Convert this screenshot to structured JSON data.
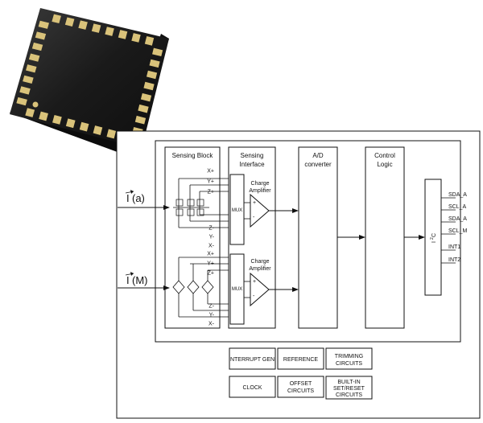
{
  "diagram": {
    "blocks": {
      "sensing_block": "Sensing Block",
      "sensing_interface": [
        "Sensing",
        "Interface"
      ],
      "ad_converter": [
        "A/D",
        "converter"
      ],
      "control_logic": [
        "Control",
        "Logic"
      ]
    },
    "inputs": {
      "accel_symbol": "I",
      "accel_label": "(a)",
      "mag_symbol": "I",
      "mag_label": "(M)"
    },
    "upper_axes": [
      "X+",
      "Y+",
      "Z+",
      "Z-",
      "Y-",
      "X-"
    ],
    "lower_axes": [
      "X+",
      "Y+",
      "Z+",
      "Z-",
      "Y-",
      "X-"
    ],
    "mux": "MUX",
    "charge_amp": [
      "Charge",
      "Amplifier"
    ],
    "amp_plus": "+",
    "amp_minus": "-",
    "i2c": [
      "I",
      "2",
      "C"
    ],
    "outputs": [
      "SDA_A",
      "SCL_A",
      "SDA_A",
      "SCL_M",
      "INT1",
      "INT2"
    ],
    "bottom_blocks": {
      "interrupt": "INTERRUPT GEN.",
      "reference": "REFERENCE",
      "trimming": [
        "TRIMMING",
        "CIRCUITS"
      ],
      "clock": "CLOCK",
      "offset": [
        "OFFSET",
        "CIRCUITS"
      ],
      "builtin": [
        "BUILT-IN",
        "SET/RESET",
        "CIRCUITS"
      ]
    }
  }
}
